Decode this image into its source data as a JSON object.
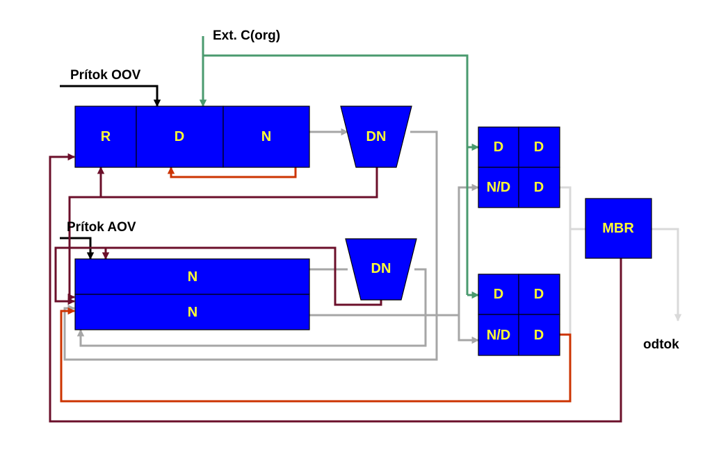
{
  "colors": {
    "block": "#0000ff",
    "block_text": "#ffff33",
    "external_inflow": "#4a9a6e",
    "sludge_return": "#6b0f2a",
    "internal_recycle": "#cc3300",
    "effluent": "#a6a6a6",
    "influent": "#000000",
    "outflow": "#d9d9d9"
  },
  "labels": {
    "ext_carbon": "Ext. C(org)",
    "inflow_oov": "Prítok OOV",
    "inflow_aov": "Prítok AOV",
    "outflow": "odtok"
  },
  "blocks": {
    "line1": {
      "r": "R",
      "d": "D",
      "n": "N"
    },
    "settler1": "DN",
    "line2": {
      "n_top": "N",
      "n_bottom": "N"
    },
    "settler2": "DN",
    "unit_a": {
      "top_left": "D",
      "top_right": "D",
      "bottom_left": "N/D",
      "bottom_right": "D"
    },
    "unit_b": {
      "top_left": "D",
      "top_right": "D",
      "bottom_left": "N/D",
      "bottom_right": "D"
    },
    "mbr": "MBR"
  }
}
